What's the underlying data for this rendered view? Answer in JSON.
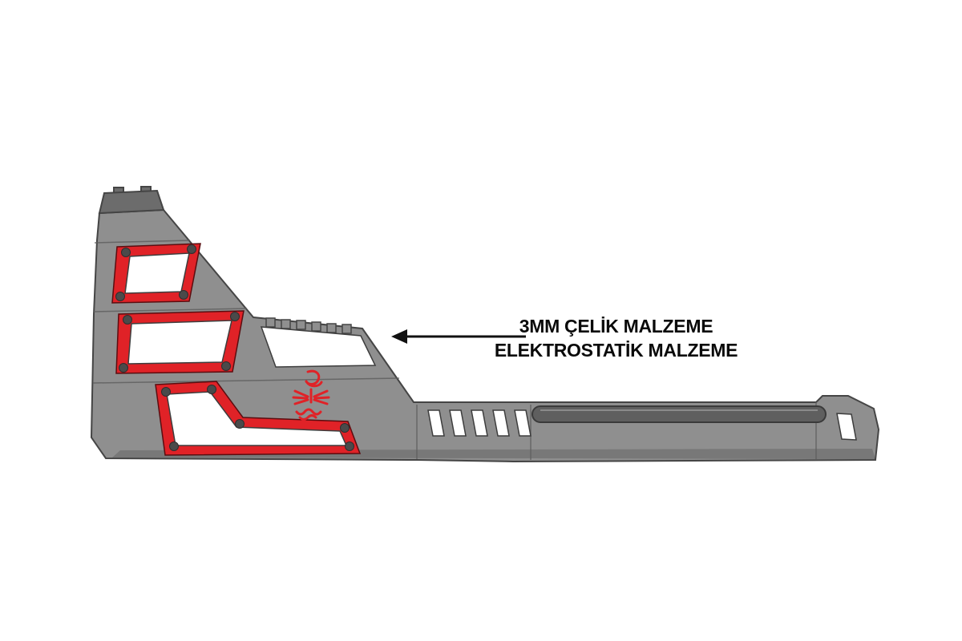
{
  "page": {
    "background_color": "#ffffff",
    "description": "product-diagram"
  },
  "annotation": {
    "line1": "3MM ÇELİK MALZEME",
    "line2": "ELEKTROSTATİK MALZEME",
    "text_color": "#0a0a0a",
    "arrow_icon": "left-arrow"
  },
  "illustration": {
    "label": "pickup-rollbar-side-view",
    "emblem": "dakar-style-red-emblem",
    "colors": {
      "body_gray": "#8f8f8f",
      "body_dark_gray": "#6c6c6c",
      "tube_gray": "#5f5f5f",
      "outline": "#454545",
      "accent_red": "#e02227",
      "cutout_white": "#ffffff",
      "bolt_gray": "#4a4a4a"
    }
  }
}
